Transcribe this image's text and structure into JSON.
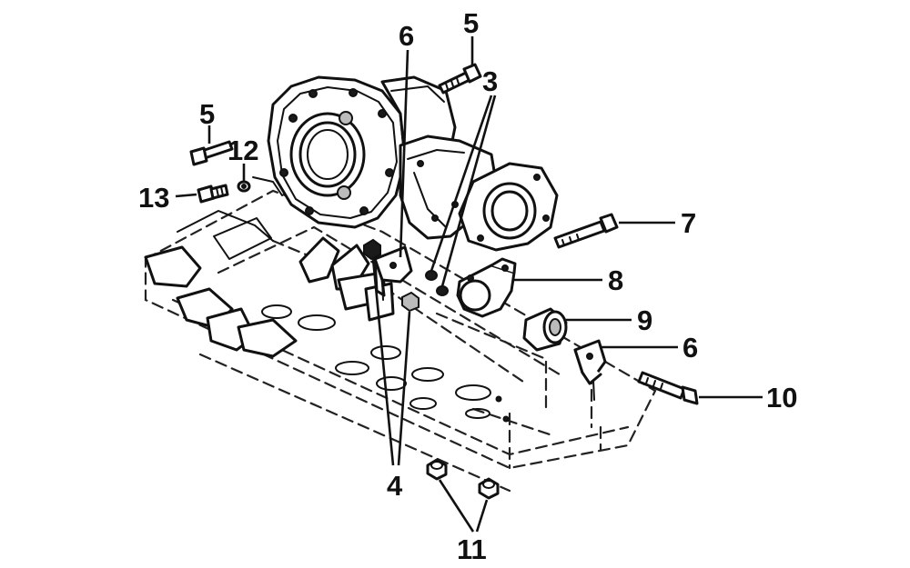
{
  "callouts": [
    "3",
    "4",
    "5",
    "6",
    "7",
    "8",
    "9",
    "10",
    "11",
    "12",
    "13"
  ]
}
